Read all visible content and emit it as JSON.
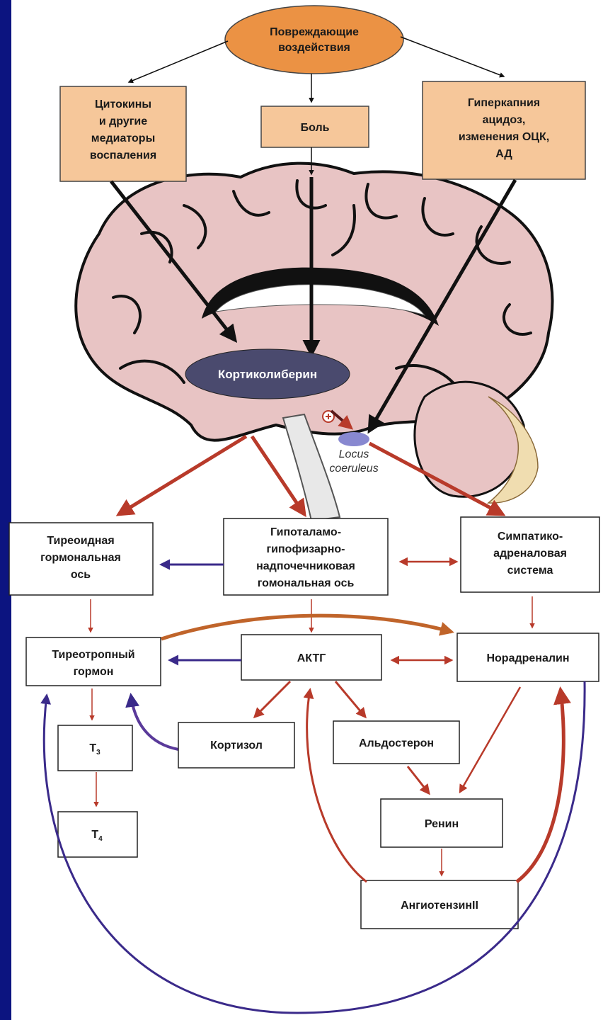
{
  "colors": {
    "frame": "#0c1480",
    "orange_box": "#f6c79a",
    "oval": "#eb9244",
    "brain": "#e8c4c4",
    "hypothalamus": "#4a4a6e",
    "red_arrow": "#b83a2a",
    "blue_arrow": "#3a2a8a",
    "black_arrow": "#111111"
  },
  "nodes": {
    "damaging_effects": [
      "Повреждающие",
      "воздействия"
    ],
    "cytokines": [
      "Цитокины",
      "и другие",
      "медиаторы",
      "воспаления"
    ],
    "pain": [
      "Боль"
    ],
    "hypercapnia": [
      "Гиперкапния",
      "ацидоз,",
      "изменения ОЦК,",
      "АД"
    ],
    "corticoliberin": "Кортиколиберин",
    "locus_coeruleus": [
      "Locus",
      "coeruleus"
    ],
    "thyroid_axis": [
      "Тиреоидная",
      "гормональная",
      "ось"
    ],
    "hpa_axis": [
      "Гипоталамо-",
      "гипофизарно-",
      "надпочечниковая",
      "гомональная ось"
    ],
    "sympathoadrenal": [
      "Симпатико-",
      "адреналовая",
      "система"
    ],
    "tsh": [
      "Тиреотропный",
      "гормон"
    ],
    "acth": "АКТГ",
    "noradrenaline": "Норадреналин",
    "t3_letter": "Т",
    "t3_sub": "3",
    "t4_letter": "Т",
    "t4_sub": "4",
    "cortisol": "Кортизол",
    "aldosterone": "Альдостерон",
    "renin": "Ренин",
    "angiotensin": "АнгиотензинII"
  }
}
